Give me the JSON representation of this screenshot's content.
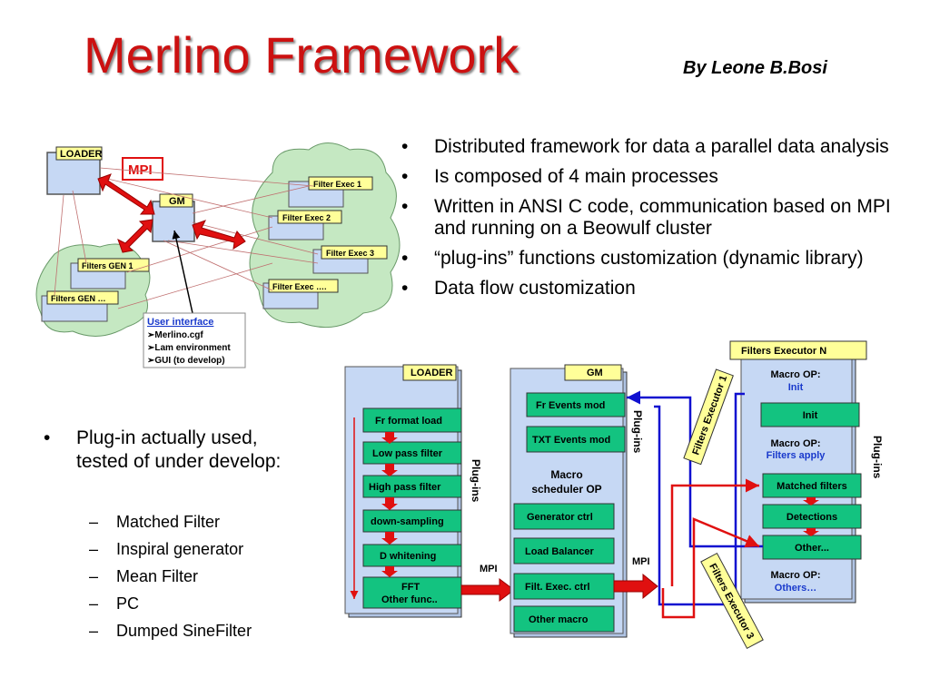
{
  "title": "Merlino Framework",
  "author": "By Leone B.Bosi",
  "right_bullets": [
    "Distributed framework for data a parallel data analysis",
    "Is composed of 4 main processes",
    "Written in ANSI C code, communication based on MPI and running on a Beowulf cluster",
    "“plug-ins” functions customization (dynamic library)",
    "Data flow customization"
  ],
  "left_bullet": "Plug-in actually used, tested of under develop:",
  "sub_bullets": [
    "Matched Filter",
    "Inspiral generator",
    "Mean Filter",
    "PC",
    "Dumped SineFilter"
  ],
  "top_diagram": {
    "loader": "LOADER",
    "mpi": "MPI",
    "gm": "GM",
    "filters_gen_1": "Filters GEN  1",
    "filters_gen_n": "Filters GEN …",
    "filter_exec_1": "Filter Exec 1",
    "filter_exec_2": "Filter Exec 2",
    "filter_exec_3": "Filter Exec 3",
    "filter_exec_n": "Filter Exec ….",
    "ui_title": "User interface",
    "ui_items": [
      "Merlino.cgf",
      "Lam environment",
      "GUI (to develop)"
    ]
  },
  "bottom_diagram": {
    "loader": {
      "label": "LOADER",
      "steps": [
        "Fr format load",
        "Low pass filter",
        "High pass filter",
        "down-sampling",
        "D whitening",
        "FFT",
        "Other func.."
      ],
      "plugins": "Plug-ins"
    },
    "gm": {
      "label": "GM",
      "mods": [
        "Fr Events mod",
        "TXT Events mod"
      ],
      "plugins": "Plug-ins",
      "macro_l1": "Macro",
      "macro_l2": "scheduler OP",
      "ctrls": [
        "Generator ctrl",
        "Load Balancer",
        "Filt. Exec. ctrl",
        "Other macro"
      ]
    },
    "mpi_left": "MPI",
    "mpi_right": "MPI",
    "fe1": "Filters Executor 1",
    "fe3": "Filters Executor 3",
    "fen": {
      "label": "Filters Executor N",
      "macro_op": "Macro OP:",
      "op_init": "Init",
      "init": "Init",
      "op_filters": "Filters apply",
      "stages": [
        "Matched filters",
        "Detections",
        "Other..."
      ],
      "op_others": "Others…",
      "plugins": "Plug-ins"
    }
  },
  "colors": {
    "title": "#cc1111",
    "green_box": "#13c380",
    "yellow_label": "#ffff99",
    "blue_panel": "#c6d8f4",
    "cloud": "#c5e8c2",
    "arrow_red": "#e01010",
    "arrow_blue": "#1010d0"
  }
}
